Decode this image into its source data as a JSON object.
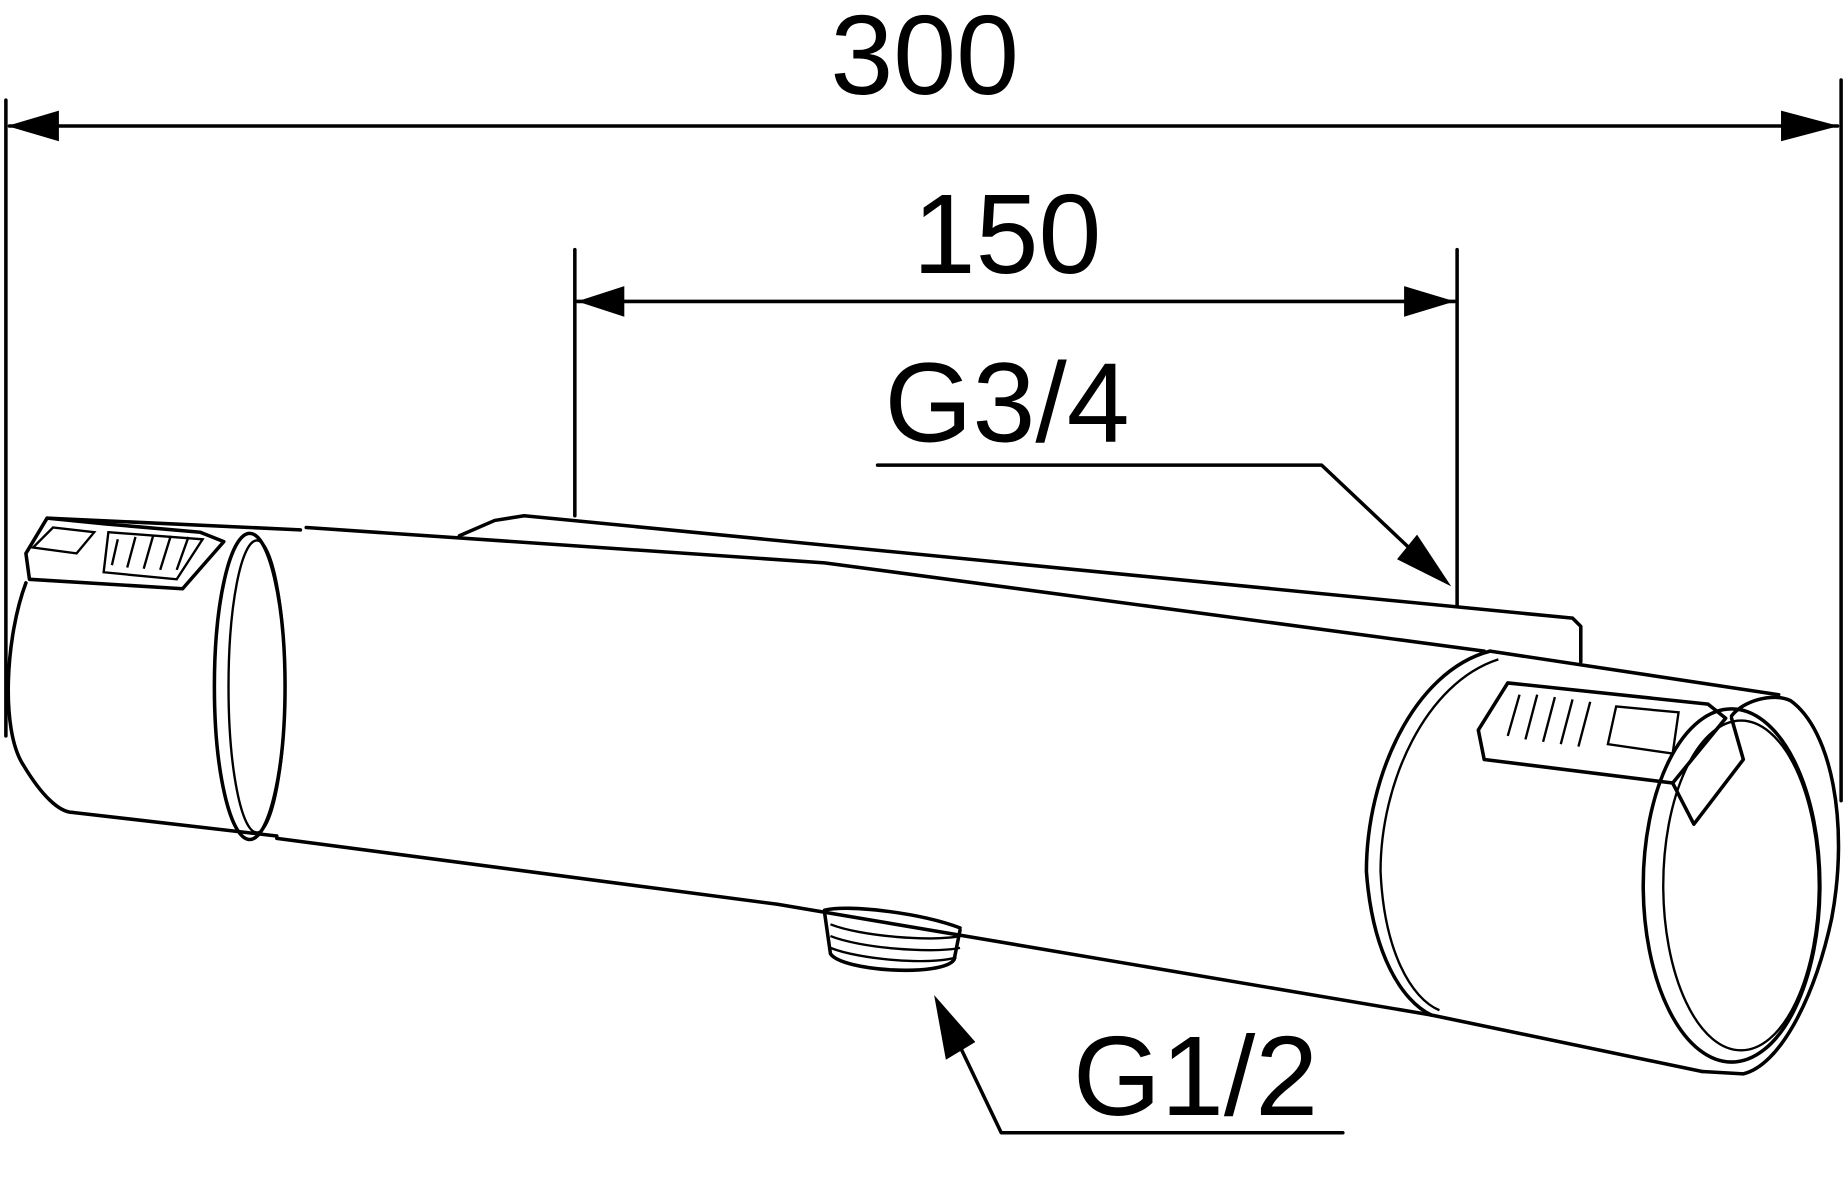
{
  "drawing": {
    "dimensions": {
      "overall_length": "300",
      "inlet_spacing": "150"
    },
    "threads": {
      "inlet": "G3/4",
      "outlet": "G1/2"
    },
    "colors": {
      "line": "#000000",
      "background": "#ffffff"
    }
  }
}
